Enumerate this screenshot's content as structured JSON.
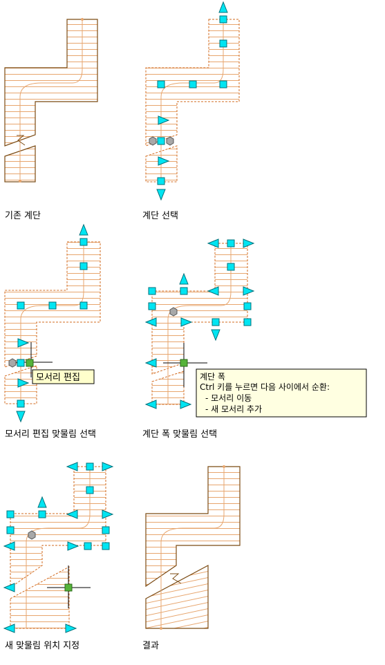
{
  "panels": {
    "existing": {
      "caption": "기존 계단"
    },
    "selected": {
      "caption": "계단 선택"
    },
    "corner_select": {
      "caption": "모서리 편집 맞물림 선택",
      "tag": "모서리 편집"
    },
    "width_select": {
      "caption": "계단 폭 맞물림 선택",
      "tooltip": {
        "title": "계단 폭",
        "line1": "Ctrl 키를 누르면 다음 사이에서 순환:",
        "line2": "- 모서리 이동",
        "line3": "- 새 모서리 추가"
      }
    },
    "new_grip": {
      "caption": "새 맞물림 위치 지정"
    },
    "result": {
      "caption": "결과"
    }
  },
  "colors": {
    "outline": "#7b4a12",
    "dash": "#d2691e",
    "tread": "#e7a56d",
    "grip_fill": "#00e5f2",
    "grip_stroke": "#00707a",
    "corner_grip": "#55b33a",
    "hex_grip": "#a8a8a8",
    "tooltip_bg": "#ffffe1",
    "tag_bg": "#ffffcc"
  }
}
